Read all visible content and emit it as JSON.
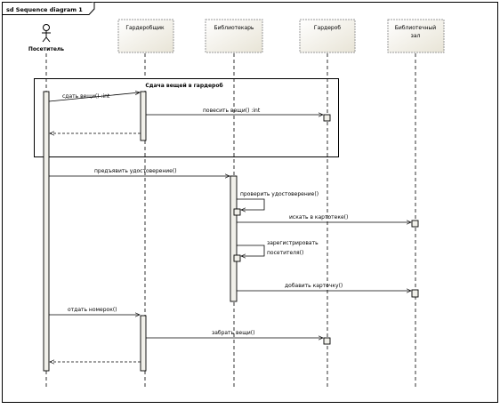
{
  "diagram": {
    "frame_label": "sd Sequence diagram 1",
    "actor": {
      "label": "Посетитель"
    },
    "lifelines": [
      {
        "label": "Гардеробщик"
      },
      {
        "label": "Библиотекарь"
      },
      {
        "label": "Гардероб"
      },
      {
        "label": "Библиотечный зал"
      }
    ],
    "fragment_label": "Сдача вещей в гардероб",
    "messages": {
      "m1": "сдать вещи() :int",
      "m2": "повесить вещи() :int",
      "m3": "предъявить удостоверение()",
      "m4": "проверить удостоверение()",
      "m5": "искать в картотеке()",
      "m6_line1": "зарегистрировать",
      "m6_line2": "посетителя()",
      "m7": "добавить карточку()",
      "m8": "отдать номерок()",
      "m9": "забрать вещи()"
    }
  }
}
